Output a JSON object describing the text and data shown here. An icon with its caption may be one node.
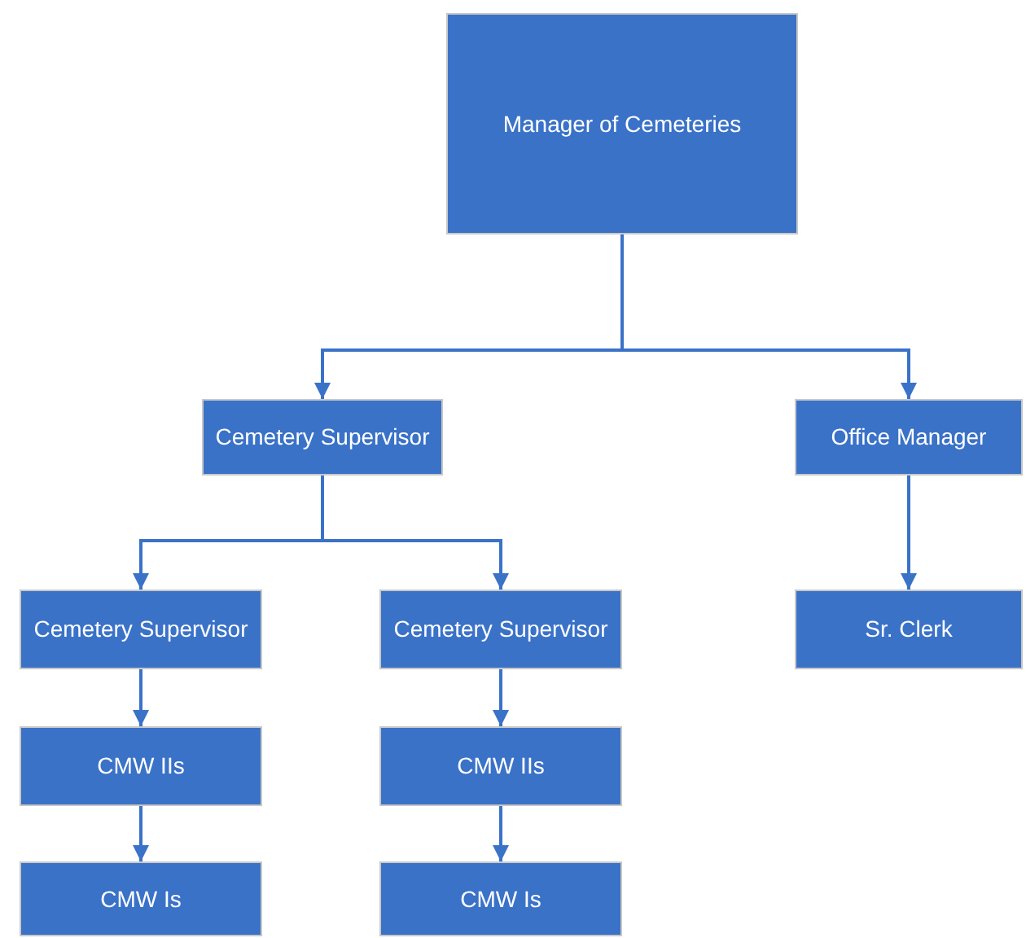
{
  "diagram": {
    "nodes": [
      {
        "text": [
          "Manager of Cemeteries"
        ]
      },
      {
        "text": [
          "Cemetery Supervisor"
        ]
      },
      {
        "text": [
          "Office Manager"
        ]
      },
      {
        "text": [
          "Cemetery Supervisor"
        ]
      },
      {
        "text": [
          "Cemetery Supervisor"
        ]
      },
      {
        "text": [
          "Sr. Clerk"
        ]
      },
      {
        "text": [
          "CMW IIs"
        ]
      },
      {
        "text": [
          "CMW IIs"
        ]
      },
      {
        "text": [
          "CMW Is"
        ]
      },
      {
        "text": [
          "CMW Is"
        ]
      }
    ],
    "edges": [
      {
        "from": 0,
        "to": 1,
        "arrow": "to"
      },
      {
        "from": 0,
        "to": 2,
        "arrow": "to"
      },
      {
        "from": 1,
        "to": 3,
        "arrow": "to"
      },
      {
        "from": 1,
        "to": 4,
        "arrow": "to"
      },
      {
        "from": 2,
        "to": 5,
        "arrow": "to"
      },
      {
        "from": 3,
        "to": 6,
        "arrow": "to"
      },
      {
        "from": 4,
        "to": 7,
        "arrow": "to"
      },
      {
        "from": 6,
        "to": 8,
        "arrow": "to"
      },
      {
        "from": 7,
        "to": 9,
        "arrow": "to"
      }
    ]
  }
}
